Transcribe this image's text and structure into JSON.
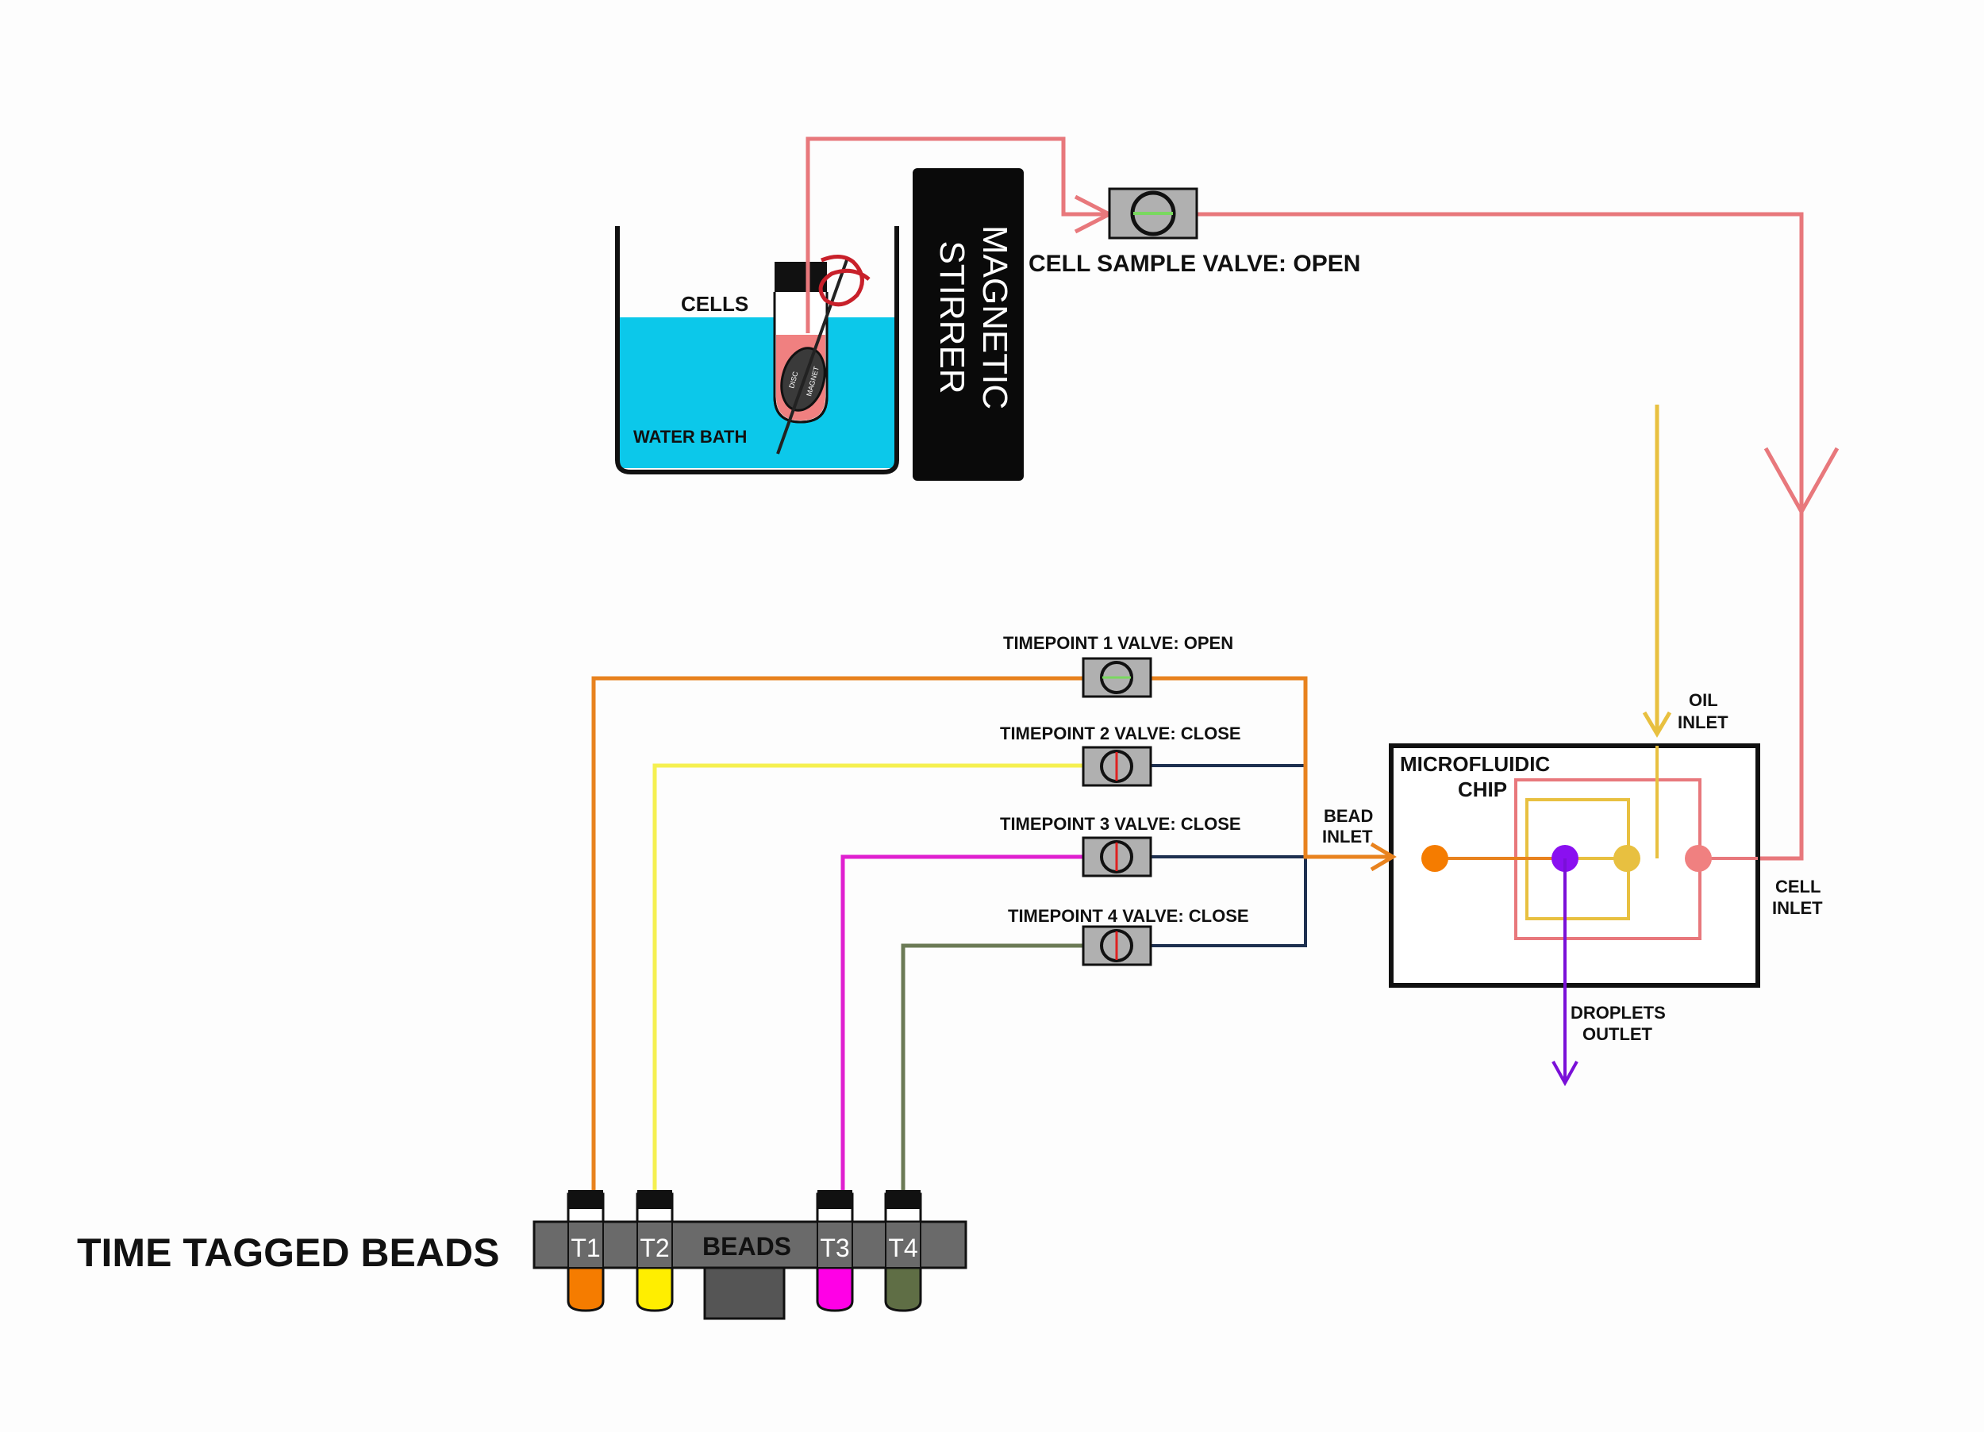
{
  "labels": {
    "cells": "CELLS",
    "water_bath": "WATER BATH",
    "magnetic_stirrer_line1": "MAGNETIC",
    "magnetic_stirrer_line2": "STIRRER",
    "stir_bar_text_1": "DISC",
    "stir_bar_text_2": "MAGNET",
    "cell_sample_valve": "CELL SAMPLE VALVE: OPEN",
    "timepoint_1_valve": "TIMEPOINT 1 VALVE:  OPEN",
    "timepoint_2_valve": "TIMEPOINT 2 VALVE: CLOSE",
    "timepoint_3_valve": "TIMEPOINT 3 VALVE: CLOSE",
    "timepoint_4_valve": "TIMEPOINT 4 VALVE: CLOSE",
    "bead_inlet_line1": "BEAD",
    "bead_inlet_line2": "INLET",
    "oil_inlet_line1": "OIL",
    "oil_inlet_line2": "INLET",
    "chip_line1": "MICROFLUIDIC",
    "chip_line2": "CHIP",
    "cell_inlet_line1": "CELL",
    "cell_inlet_line2": "INLET",
    "droplets_outlet_line1": "DROPLETS",
    "droplets_outlet_line2": "OUTLET",
    "title": "TIME TAGGED BEADS",
    "beads": "BEADS"
  },
  "tubes": [
    {
      "label": "T1",
      "color": "#f57c00"
    },
    {
      "label": "T2",
      "color": "#ffee00"
    },
    {
      "label": "T3",
      "color": "#ff00e6"
    },
    {
      "label": "T4",
      "color": "#5f6e45"
    }
  ],
  "colors": {
    "cell_line": "#e8787c",
    "oil_line": "#e8c040",
    "t1_line": "#e8821e",
    "t2_line": "#f5f050",
    "t3_line": "#e020d0",
    "t4_line": "#6b7a55",
    "closed_line": "#1e3050",
    "outlet_line": "#7a10d8",
    "water": "#0cc8ea",
    "valve_body": "#b0b0b0",
    "rack": "#6a6a6a"
  }
}
